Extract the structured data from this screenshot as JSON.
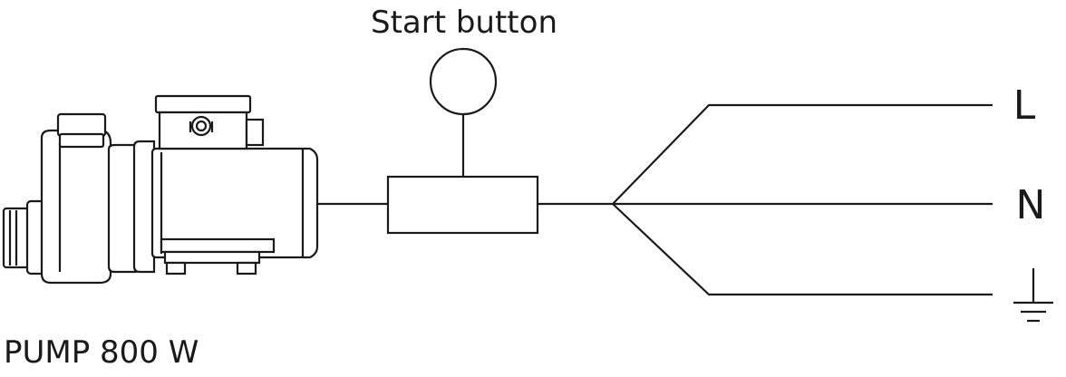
{
  "diagram": {
    "start_button_label": "Start button",
    "pump_label": "PUMP 800 W",
    "terminals": {
      "line": "L",
      "neutral": "N",
      "earth_icon": "ground-icon"
    },
    "components": [
      "pump-motor",
      "control-box",
      "start-button"
    ]
  }
}
